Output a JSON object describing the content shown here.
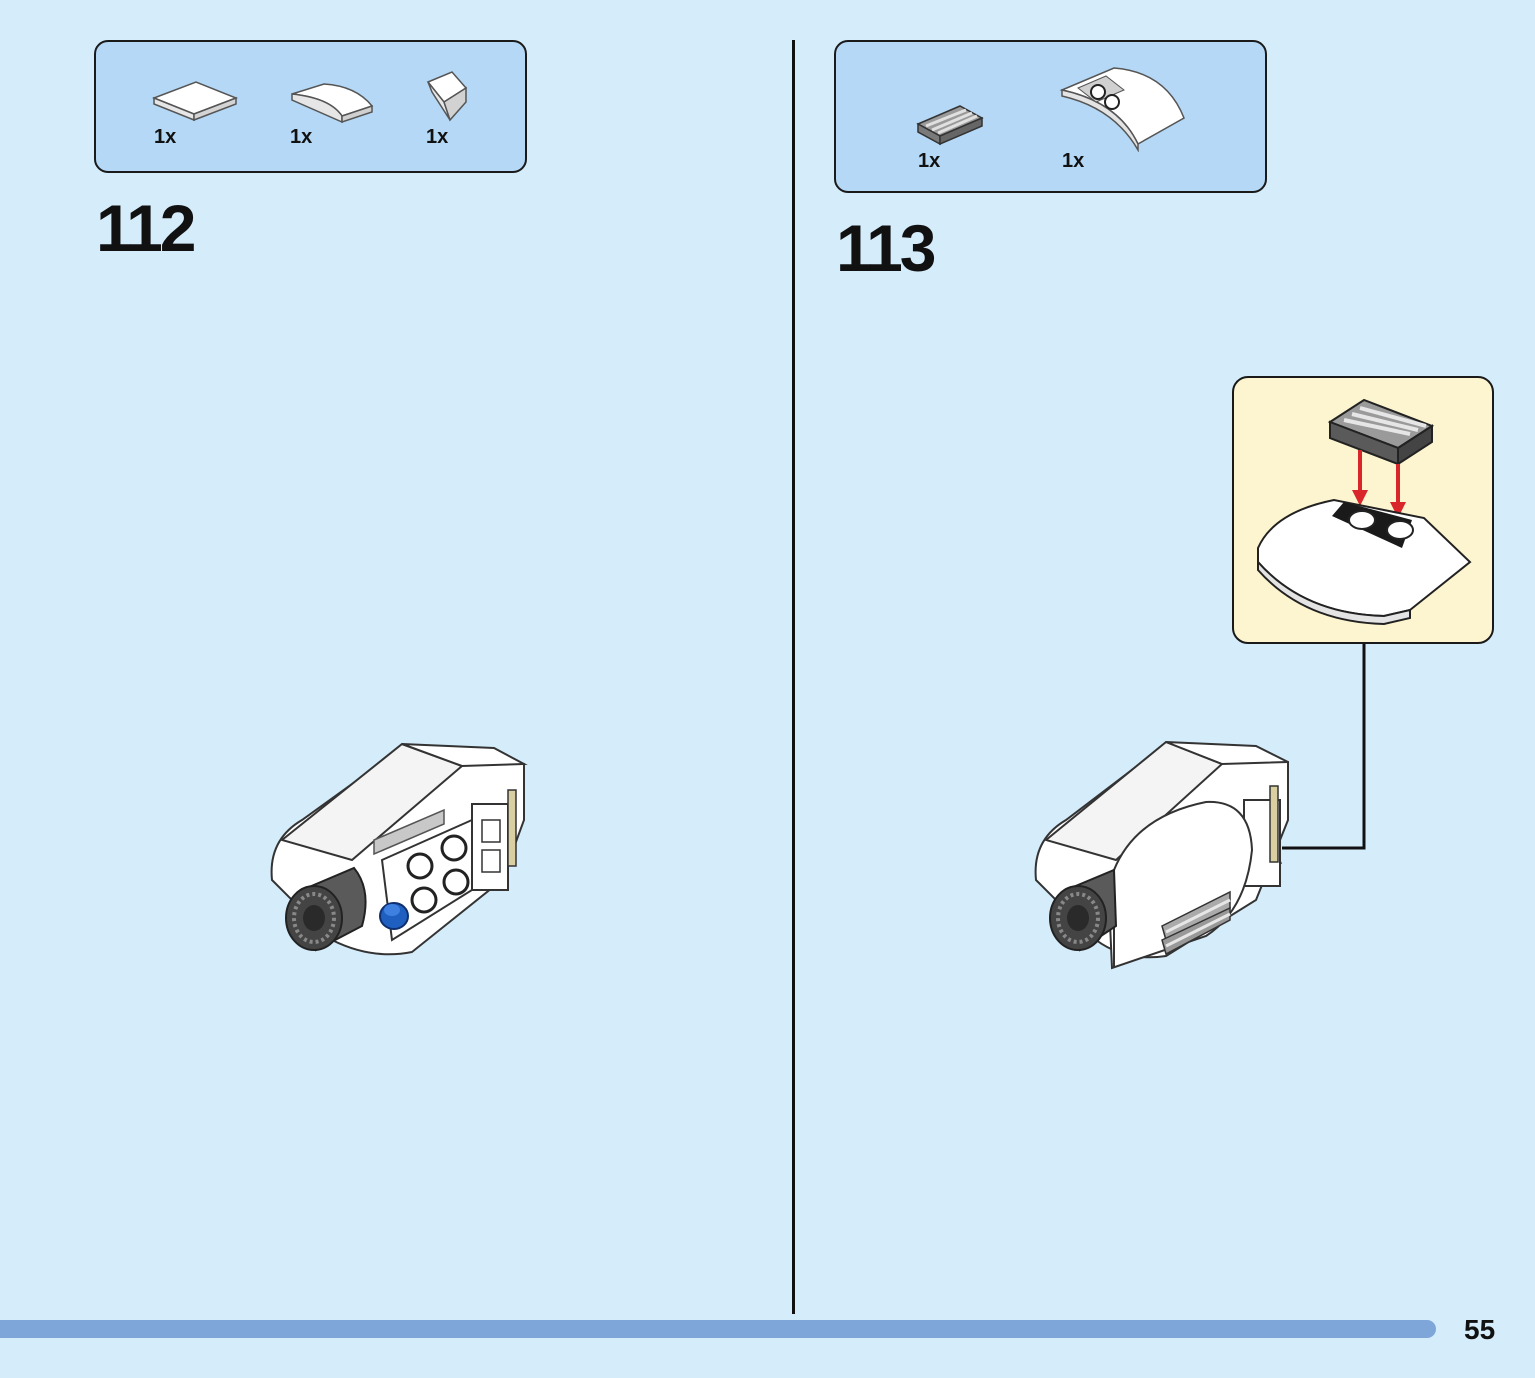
{
  "steps": [
    {
      "number": "112",
      "parts": [
        {
          "qty": "1x",
          "icon": "white-tile-2x2-icon"
        },
        {
          "qty": "1x",
          "icon": "white-curved-slope-icon"
        },
        {
          "qty": "1x",
          "icon": "white-wedge-slope-icon"
        }
      ]
    },
    {
      "number": "113",
      "parts": [
        {
          "qty": "1x",
          "icon": "gray-grille-tile-icon"
        },
        {
          "qty": "1x",
          "icon": "white-curved-plate-icon"
        }
      ]
    }
  ],
  "page": {
    "number": "55"
  },
  "colors": {
    "background": "#d5ecfb",
    "parts_box": "#b4d8f5",
    "callout": "#fdf5cf",
    "footer_bar": "#7fa6d9",
    "arrow_red": "#d9262b",
    "accent_blue": "#1f5fbf"
  }
}
